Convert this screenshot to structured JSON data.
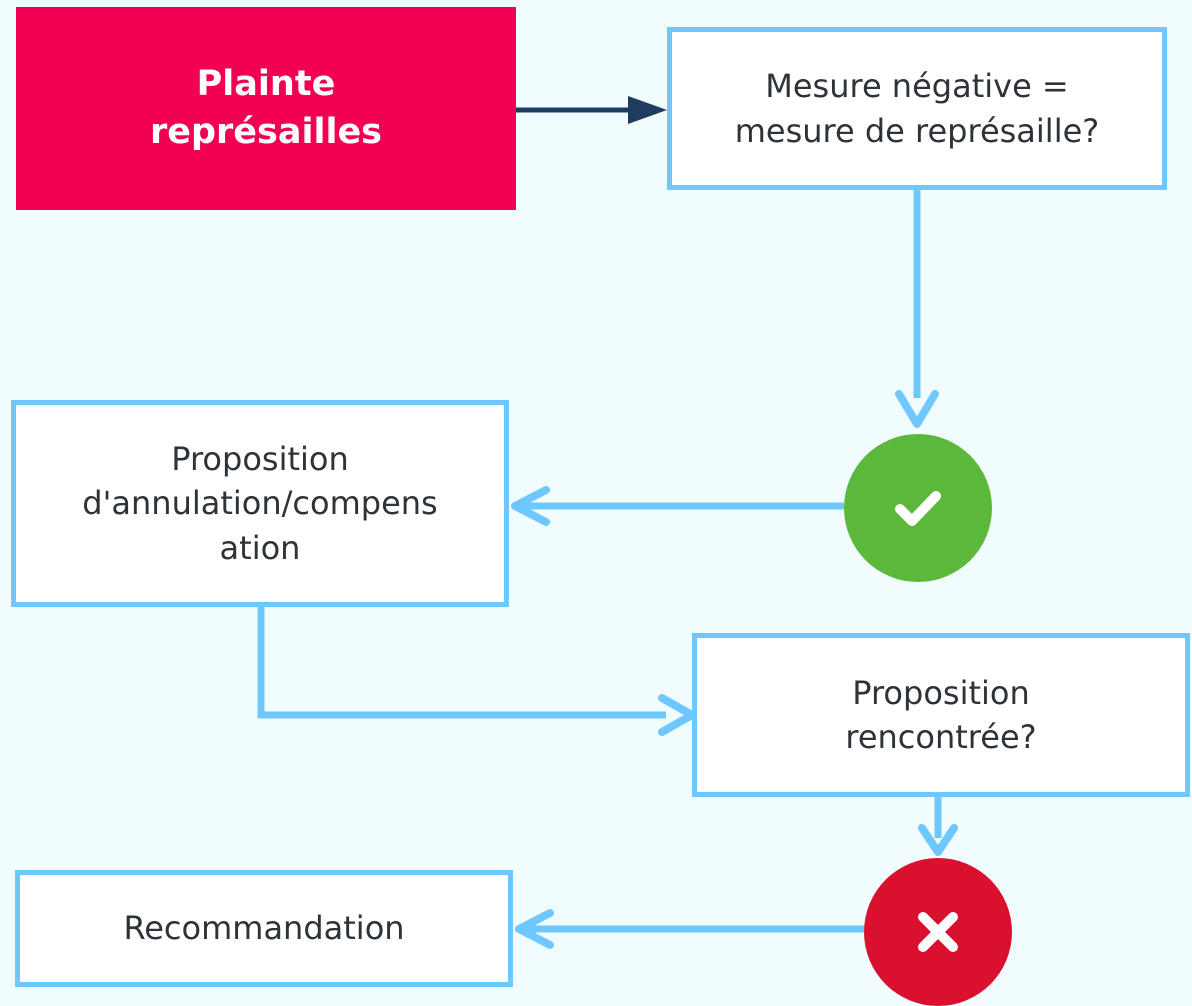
{
  "flowchart": {
    "start": {
      "label": "Plainte\nreprésailles",
      "color": "#f20054"
    },
    "question_1": {
      "label": "Mesure négative =\nmesure de représaille?"
    },
    "yes_node": {
      "icon": "checkmark-icon",
      "color": "#5cb83a"
    },
    "proposal": {
      "label": "Proposition\nd'annulation/compens\nation"
    },
    "question_2": {
      "label": "Proposition\nrencontrée?"
    },
    "no_node": {
      "icon": "x-mark-icon",
      "color": "#d9102e"
    },
    "recommendation": {
      "label": "Recommandation"
    },
    "colors": {
      "background": "#f0fcfe",
      "box_border": "#6fc7ff",
      "connector": "#6fc7ff",
      "start_connector": "#1f3b60",
      "text": "#2d3338"
    }
  }
}
